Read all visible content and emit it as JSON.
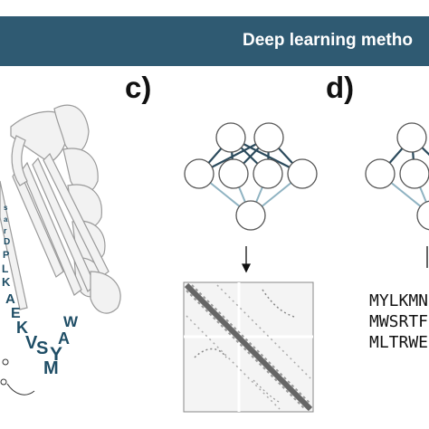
{
  "banner": {
    "title": "Deep learning metho"
  },
  "panels": {
    "c": {
      "label": "c)"
    },
    "d": {
      "label": "d)"
    }
  },
  "sequence_letters": [
    "s",
    "a",
    "r",
    "D",
    "P",
    "L",
    "K",
    "A",
    "E",
    "K",
    "V",
    "S",
    "Y",
    "A",
    "W",
    "M"
  ],
  "sequences": [
    "MYLKMN",
    "MWSRTF",
    "MLTRWE"
  ],
  "colors": {
    "banner": "#2f5a72",
    "node_edges": "#2b4a5c",
    "letters": "#1f4e66"
  }
}
